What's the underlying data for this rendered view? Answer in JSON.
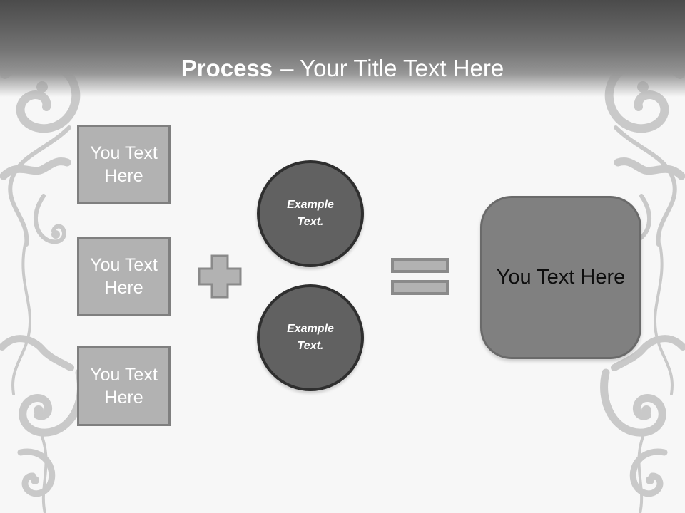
{
  "header": {
    "title_bold": "Process",
    "title_rest": "– Your Title Text Here"
  },
  "diagram": {
    "input_boxes": [
      {
        "label": "You Text Here"
      },
      {
        "label": "You Text Here"
      },
      {
        "label": "You Text Here"
      }
    ],
    "plus_operator": "plus-sign",
    "circles": [
      {
        "label": "Example Text."
      },
      {
        "label": "Example Text."
      }
    ],
    "equals_operator": "equals-sign",
    "result_box": {
      "label": "You Text Here"
    }
  },
  "colors": {
    "header_top": "#4b4b4b",
    "header_fade_bottom": "#979797",
    "background": "#f7f7f7",
    "ornament": "#c9c9c9",
    "title_text": "#ffffff",
    "input_box_fill": "#b2b2b2",
    "input_box_border": "#7f7f7f",
    "input_box_text": "#ffffff",
    "operator_fill": "#b2b2b2",
    "operator_border": "#8a8a8a",
    "circle_fill": "#616161",
    "circle_border": "#2f2f2f",
    "circle_text": "#ffffff",
    "result_fill": "#808080",
    "result_border": "#6a6a6a",
    "result_text": "#0d0d0d"
  }
}
